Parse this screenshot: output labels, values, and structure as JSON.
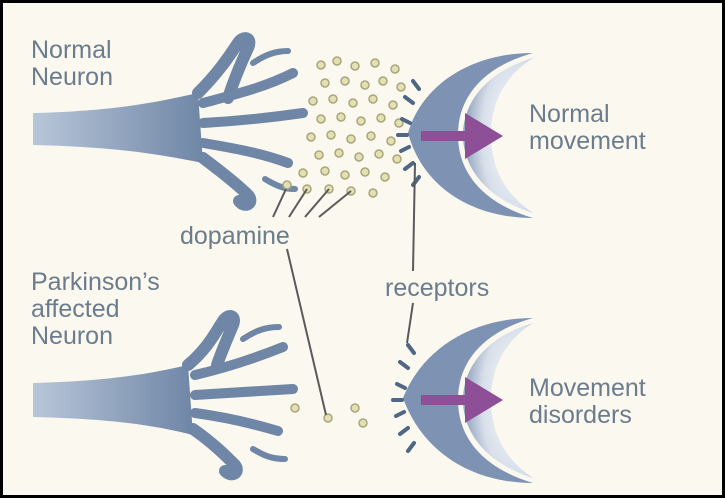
{
  "labels": {
    "normal_neuron": [
      "Normal",
      "Neuron"
    ],
    "normal_movement": [
      "Normal",
      "movement"
    ],
    "dopamine": "dopamine",
    "parkinsons_neuron": [
      "Parkinson’s",
      "affected",
      "Neuron"
    ],
    "receptors": "receptors",
    "movement_disorders": [
      "Movement",
      "disorders"
    ]
  },
  "colors": {
    "neuron": "#8d9fbe",
    "neuron_dark": "#4f6685",
    "dopamine": "#e3e0b4",
    "dopamine_edge": "#a9a67c",
    "arrow": "#8e4f97",
    "text": "#6b7c8c",
    "background": "#fbf8ef",
    "border": "#000000"
  },
  "icons": {
    "arrow_normal": "right-arrow-icon",
    "arrow_disorder": "right-arrow-icon"
  }
}
